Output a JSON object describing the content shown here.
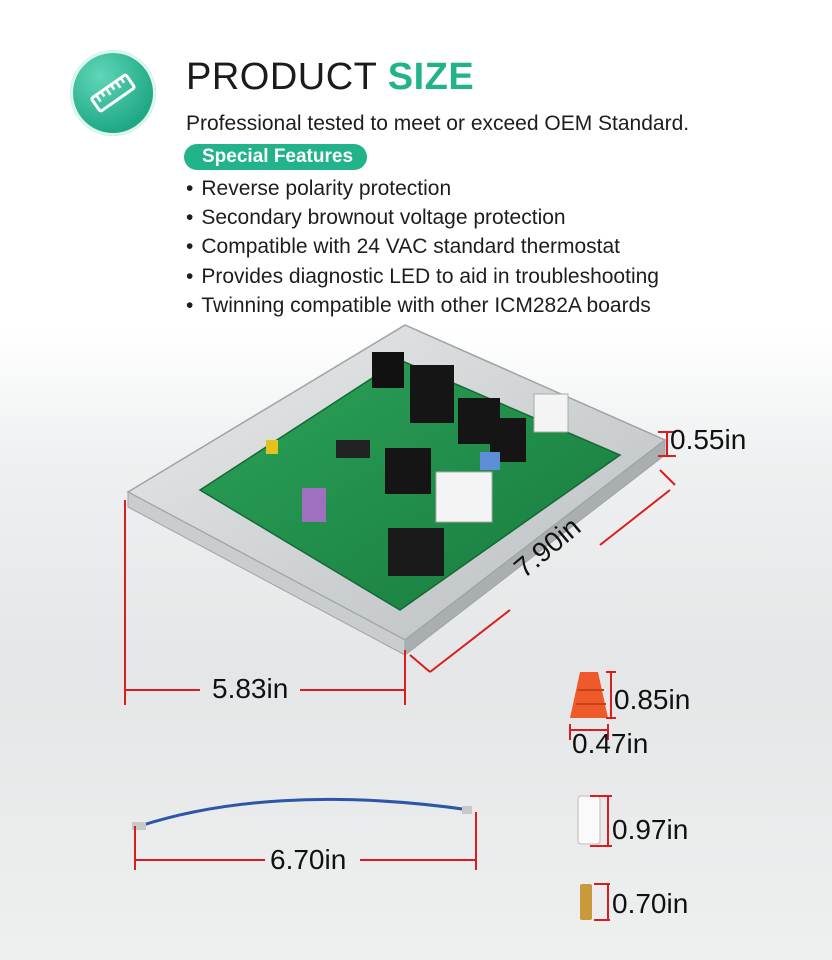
{
  "header": {
    "title_prefix": "PRODUCT",
    "title_accent": "SIZE",
    "subtitle": "Professional tested to meet or exceed OEM Standard.",
    "features_badge": "Special Features",
    "features": [
      "Reverse polarity protection",
      "Secondary brownout voltage protection",
      "Compatible with 24 VAC standard thermostat",
      "Provides diagnostic LED to aid in troubleshooting",
      "Twinning compatible with other ICM282A boards"
    ]
  },
  "dimensions": {
    "board_height": "0.55in",
    "board_length": "7.90in",
    "board_width": "5.83in",
    "wire_length": "6.70in",
    "wire_nut_height": "0.85in",
    "wire_nut_width": "0.47in",
    "connector_white": "0.97in",
    "terminal_gold": "0.70in"
  },
  "colors": {
    "accent": "#22b38a",
    "dimension_line": "#d81e1e",
    "pcb": "#1f8f4a"
  }
}
